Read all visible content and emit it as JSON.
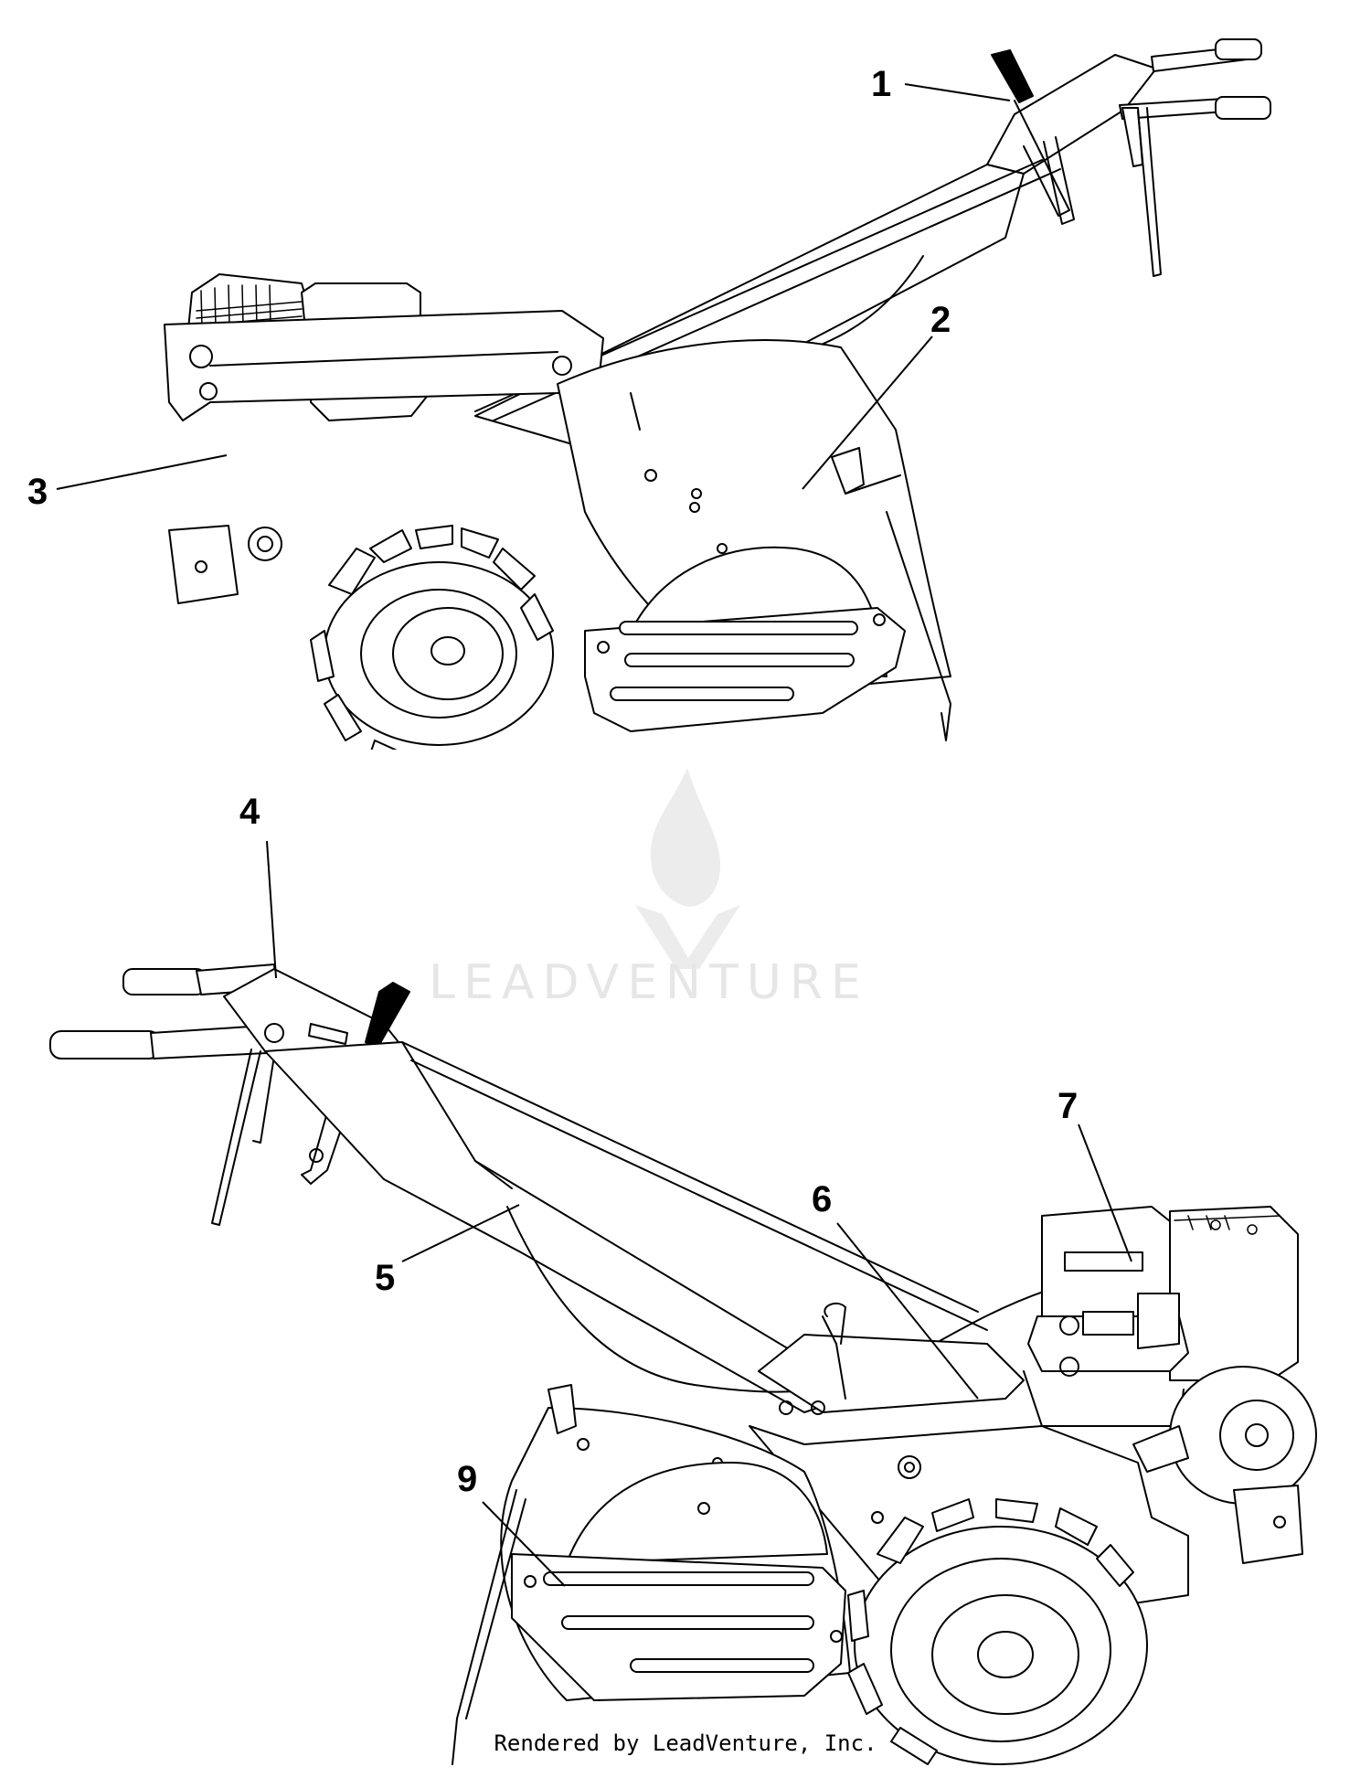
{
  "diagram": {
    "callouts": [
      {
        "id": "1",
        "label": "1"
      },
      {
        "id": "2",
        "label": "2"
      },
      {
        "id": "3",
        "label": "3"
      },
      {
        "id": "4",
        "label": "4"
      },
      {
        "id": "5",
        "label": "5"
      },
      {
        "id": "6",
        "label": "6"
      },
      {
        "id": "7",
        "label": "7"
      },
      {
        "id": "9",
        "label": "9"
      }
    ],
    "watermark_text": "LEADVENTURE",
    "footer_text": "Rendered by LeadVenture, Inc."
  },
  "colors": {
    "line": "#000000",
    "background": "#ffffff",
    "watermark": "#e6e6e6"
  },
  "icons": [
    "leadventure-logo-icon"
  ]
}
